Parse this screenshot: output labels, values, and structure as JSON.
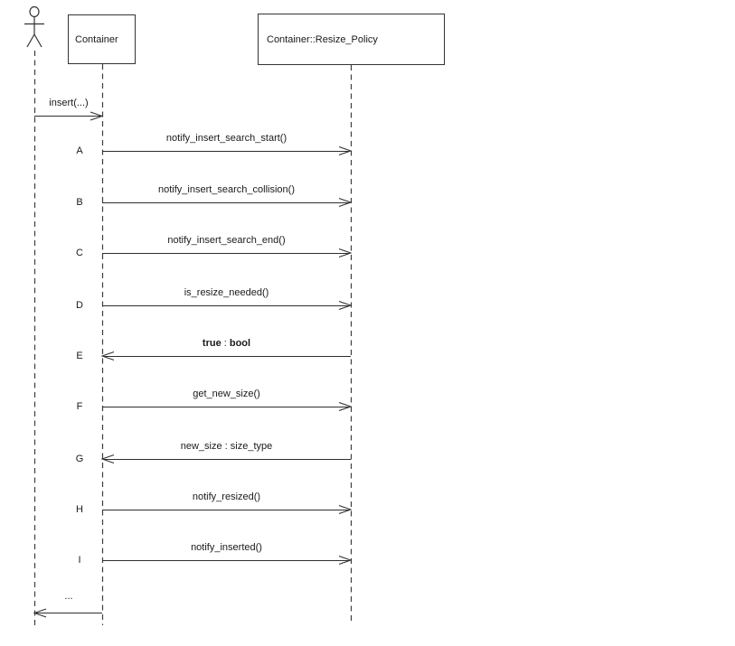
{
  "diagram": {
    "participants": [
      {
        "label": "Container"
      },
      {
        "label": "Container::Resize_Policy"
      }
    ],
    "initial_message": {
      "label": "insert(...)",
      "direction": "right",
      "from": "actor",
      "to": "Container"
    },
    "messages": [
      {
        "letter": "A",
        "label": "notify_insert_search_start()",
        "direction": "right"
      },
      {
        "letter": "B",
        "label": "notify_insert_search_collision()",
        "direction": "right"
      },
      {
        "letter": "C",
        "label": "notify_insert_search_end()",
        "direction": "right"
      },
      {
        "letter": "D",
        "label": "is_resize_needed()",
        "direction": "right"
      },
      {
        "letter": "E",
        "parts": [
          {
            "text": "true",
            "bold": true
          },
          {
            "text": " : ",
            "bold": false
          },
          {
            "text": "bool",
            "bold": true
          }
        ],
        "direction": "left"
      },
      {
        "letter": "F",
        "label": "get_new_size()",
        "direction": "right"
      },
      {
        "letter": "G",
        "label": "new_size : size_type",
        "direction": "left"
      },
      {
        "letter": "H",
        "label": "notify_resized()",
        "direction": "right"
      },
      {
        "letter": "I",
        "label": "notify_inserted()",
        "direction": "right"
      }
    ],
    "final_message": {
      "label": "...",
      "direction": "left",
      "from": "Container",
      "to": "actor"
    },
    "colors": {
      "line": "#333333",
      "lifeline": "#3d3d3d",
      "background": "#ffffff",
      "text": "#1a1a1a"
    }
  }
}
